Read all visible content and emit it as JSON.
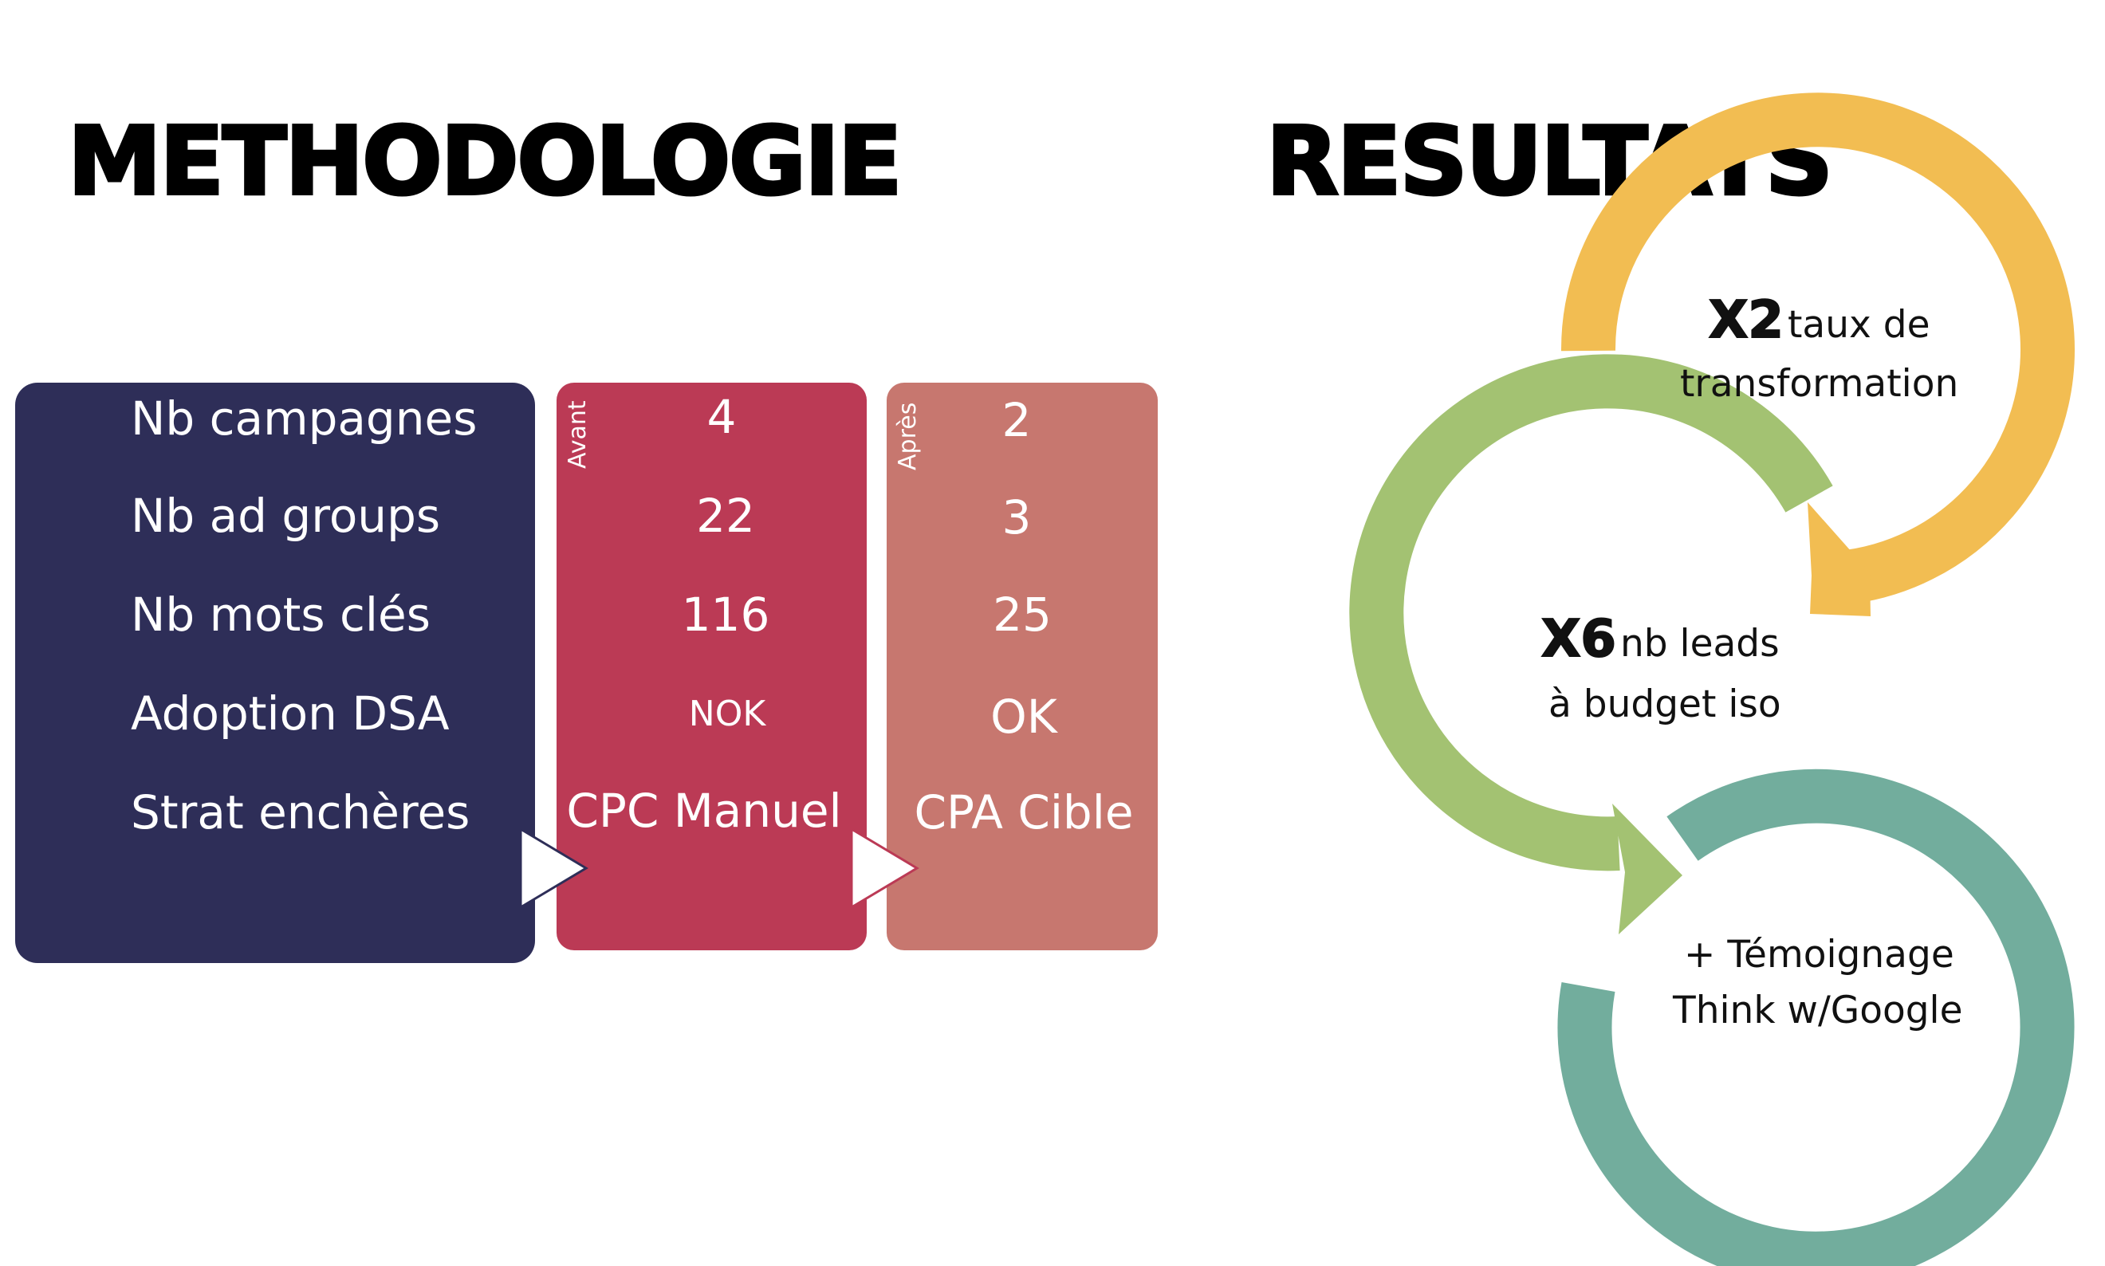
{
  "headings": {
    "methodology": "METHODOLOGIE",
    "results": "RESULTATS"
  },
  "methodology": {
    "rows": [
      {
        "label": "Nb campagnes",
        "avant": "4",
        "apres": "2"
      },
      {
        "label": "Nb ad groups",
        "avant": "22",
        "apres": "3"
      },
      {
        "label": "Nb mots clés",
        "avant": "116",
        "apres": "25"
      },
      {
        "label": "Adoption DSA",
        "avant": "NOK",
        "apres": "OK"
      },
      {
        "label": "Strat enchères",
        "avant": "CPC Manuel",
        "apres": "CPA Cible"
      }
    ],
    "avant_label": "Avant",
    "apres_label": "Après"
  },
  "results": {
    "r1": {
      "big": "X2",
      "line1": "taux de",
      "line2": "transformation"
    },
    "r2": {
      "big": "X6",
      "line1": "nb leads",
      "line2": "à budget iso"
    },
    "r3": {
      "line1": "+ Témoignage",
      "line2": "Think w/Google"
    }
  },
  "colors": {
    "navy": "#2e2e58",
    "crimson": "#bb3a55",
    "salmon": "#c7776f",
    "yellow": "#f2bd52",
    "green": "#a3c272",
    "teal": "#72ad9d"
  }
}
